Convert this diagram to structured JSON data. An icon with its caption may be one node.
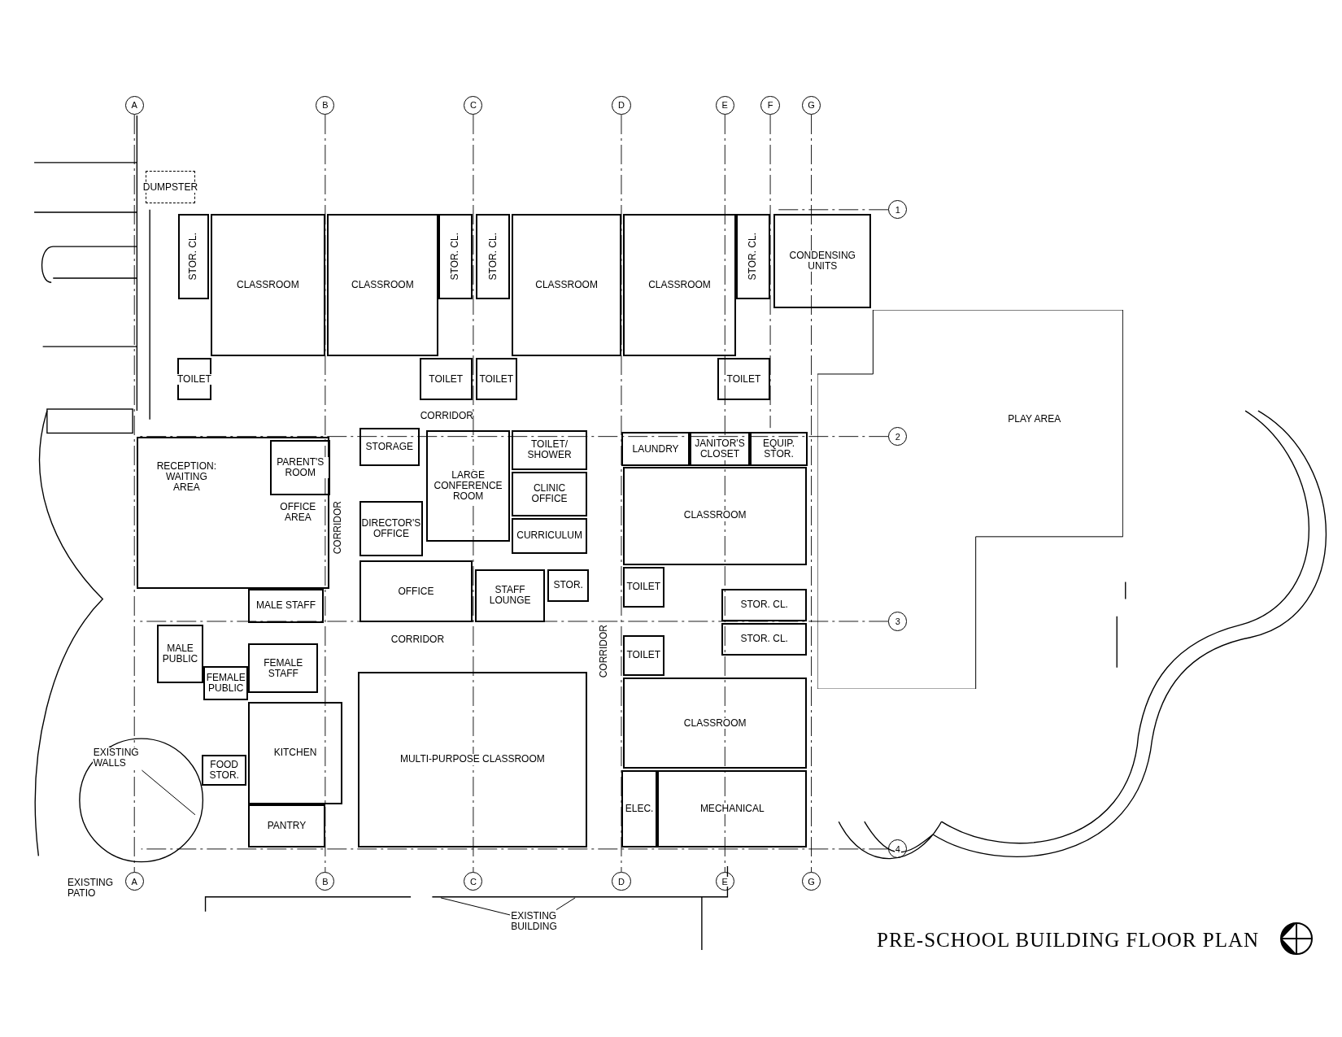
{
  "diagram": {
    "title": "PRE-SCHOOL BUILDING FLOOR PLAN",
    "nodes": [
      {
        "text": [
          "A"
        ]
      },
      {
        "text": [
          "B"
        ]
      },
      {
        "text": [
          "C"
        ]
      },
      {
        "text": [
          "D"
        ]
      },
      {
        "text": [
          "E"
        ]
      },
      {
        "text": [
          "F"
        ]
      },
      {
        "text": [
          "G"
        ]
      },
      {
        "text": [
          "1"
        ]
      },
      {
        "text": [
          "2"
        ],
        "in": 31
      },
      {
        "text": [
          "3"
        ],
        "in": 31
      },
      {
        "text": [
          "4"
        ]
      },
      {
        "text": [
          "A"
        ]
      },
      {
        "text": [
          "B"
        ]
      },
      {
        "text": [
          "C"
        ]
      },
      {
        "text": [
          "D"
        ]
      },
      {
        "text": [
          "E"
        ]
      },
      {
        "text": [
          "G"
        ]
      },
      {
        "text": [
          "DUMPSTER"
        ]
      },
      {
        "text": [
          "STOR. CL."
        ]
      },
      {
        "text": [
          "CLASSROOM"
        ]
      },
      {
        "text": [
          "TOILET"
        ]
      },
      {
        "text": [
          "CLASSROOM"
        ]
      },
      {
        "text": [
          "STOR. CL."
        ]
      },
      {
        "text": [
          "STOR. CL."
        ]
      },
      {
        "text": [
          "CLASSROOM"
        ]
      },
      {
        "text": [
          "TOILET"
        ]
      },
      {
        "text": [
          "TOILET"
        ]
      },
      {
        "text": [
          "CLASSROOM"
        ]
      },
      {
        "text": [
          "STOR. CL."
        ]
      },
      {
        "text": [
          "TOILET"
        ]
      },
      {
        "text": [
          "CONDENSING UNITS"
        ]
      },
      {
        "text": [
          "PLAY AREA"
        ]
      },
      {
        "text": [
          "RECEPTION: WAITING AREA",
          "OFFICE AREA"
        ]
      },
      {
        "text": [
          "PARENT'S ROOM"
        ],
        "in": 32
      },
      {
        "text": [
          "STORAGE"
        ]
      },
      {
        "text": [
          "LARGE CONFERENCE ROOM"
        ]
      },
      {
        "text": [
          "DIRECTOR'S OFFICE"
        ]
      },
      {
        "text": [
          "TOILET/ SHOWER"
        ]
      },
      {
        "text": [
          "CLINIC OFFICE"
        ]
      },
      {
        "text": [
          "CURRICULUM"
        ]
      },
      {
        "text": [
          "OFFICE"
        ]
      },
      {
        "text": [
          "STAFF LOUNGE"
        ]
      },
      {
        "text": [
          "STOR."
        ]
      },
      {
        "text": [
          "MALE STAFF"
        ]
      },
      {
        "text": [
          "MALE PUBLIC"
        ]
      },
      {
        "text": [
          "FEMALE PUBLIC"
        ]
      },
      {
        "text": [
          "FEMALE STAFF"
        ]
      },
      {
        "text": [
          "KITCHEN"
        ]
      },
      {
        "text": [
          "FOOD STOR."
        ]
      },
      {
        "text": [
          "PANTRY"
        ]
      },
      {
        "text": [
          "MULTI-PURPOSE CLASSROOM"
        ]
      },
      {
        "text": [
          "LAUNDRY"
        ]
      },
      {
        "text": [
          "JANITOR'S CLOSET"
        ]
      },
      {
        "text": [
          "EQUIP. STOR."
        ]
      },
      {
        "text": [
          "CLASSROOM"
        ]
      },
      {
        "text": [
          "TOILET"
        ]
      },
      {
        "text": [
          "STOR. CL."
        ]
      },
      {
        "text": [
          "STOR. CL."
        ]
      },
      {
        "text": [
          "TOILET"
        ]
      },
      {
        "text": [
          "CLASSROOM"
        ]
      },
      {
        "text": [
          "ELEC."
        ]
      },
      {
        "text": [
          "MECHANICAL"
        ]
      },
      {
        "text": [
          "EXISTING WALLS"
        ]
      },
      {
        "text": [
          "EXISTING BUILDING"
        ]
      },
      {
        "text": [
          "EXISTING PATIO"
        ]
      }
    ],
    "edges": [
      {
        "from": 62,
        "to": null,
        "arrow": "none"
      },
      {
        "from": 62,
        "to": null,
        "arrow": "none"
      },
      {
        "from": 63,
        "to": null,
        "arrow": "none"
      },
      {
        "from": 63,
        "to": null,
        "arrow": "none"
      }
    ],
    "labels": [
      "CORRIDOR",
      "CORRIDOR",
      "CORRIDOR",
      "CORRIDOR"
    ]
  }
}
